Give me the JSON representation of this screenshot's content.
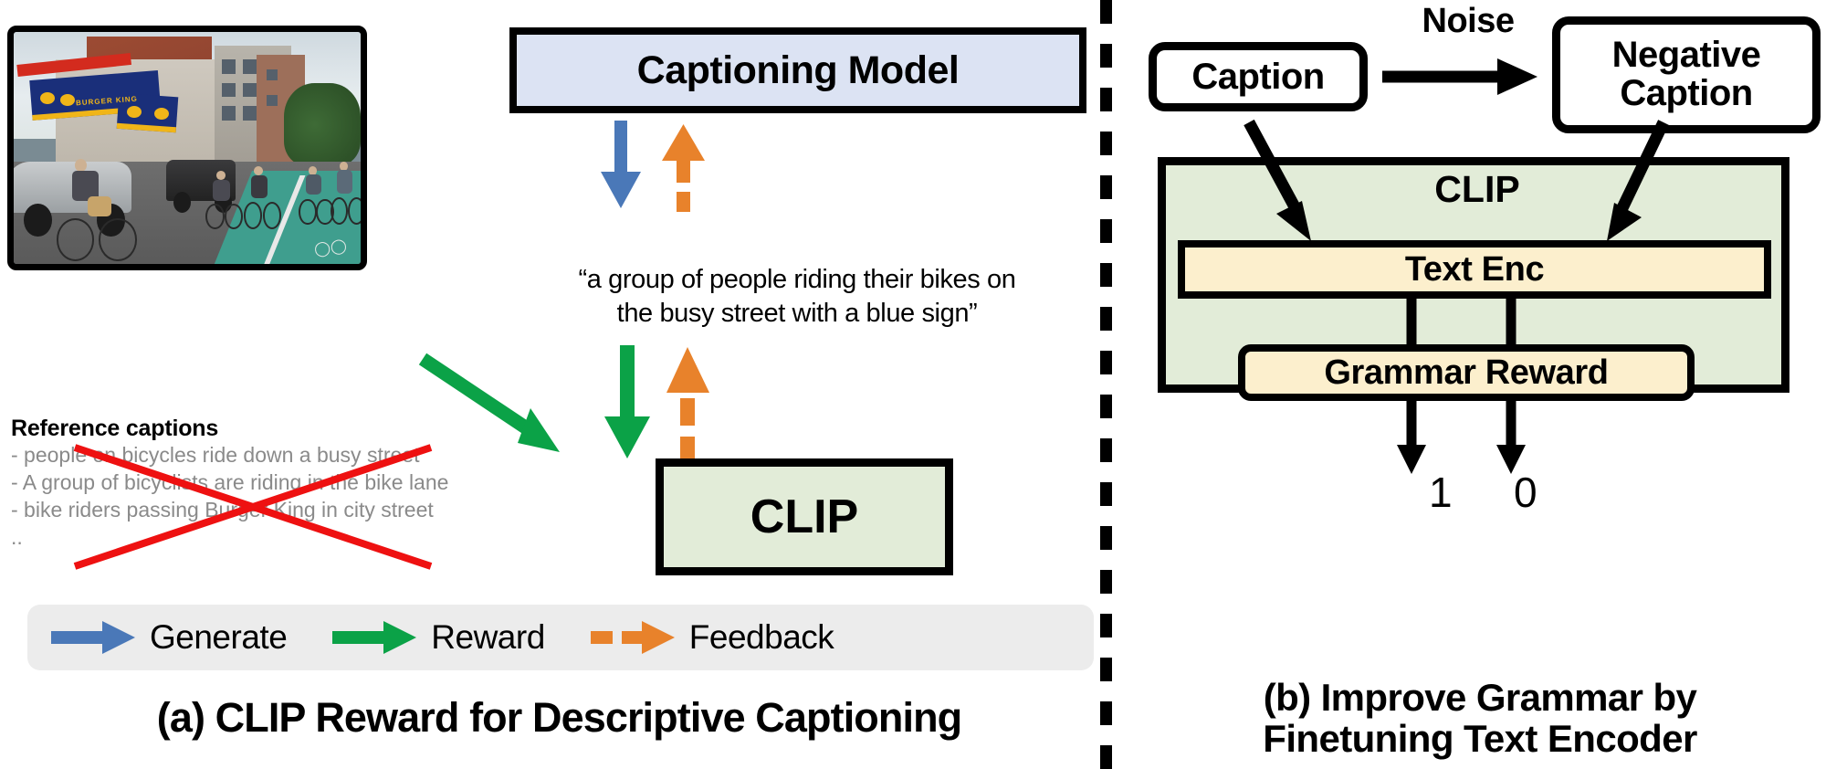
{
  "figure": {
    "panel_a": {
      "caption": "(a) CLIP Reward for Descriptive Captioning",
      "captioning_model_label": "Captioning Model",
      "generated_caption": "“a group of people riding their bikes on the busy street with a blue sign”",
      "generated_caption_line1": "“a group of people riding their bikes on",
      "generated_caption_line2": "the busy street with a blue sign”",
      "clip_label": "CLIP",
      "reference_heading": "Reference captions",
      "reference_captions": [
        "- people on bicycles ride down a busy street",
        "- A group of bicyclists are riding in the bike lane",
        "- bike riders passing Burger King in city street",
        ".."
      ],
      "reference_strikethrough_color": "#ee1111",
      "image_description": "Cyclists riding in a green bike lane on a busy city street past a Burger King restaurant",
      "image_sign_text": "BURGER KING",
      "legend": [
        {
          "label": "Generate",
          "color": "#4a78b8",
          "style": "solid"
        },
        {
          "label": "Reward",
          "color": "#0ba247",
          "style": "solid"
        },
        {
          "label": "Feedback",
          "color": "#e8822b",
          "style": "dashed"
        }
      ],
      "legend_background": "#ececec"
    },
    "panel_b": {
      "caption_line1": "(b) Improve Grammar by",
      "caption_line2": "Finetuning Text Encoder",
      "caption_box_label": "Caption",
      "noise_label": "Noise",
      "negative_caption_label_line1": "Negative",
      "negative_caption_label_line2": "Caption",
      "clip_label": "CLIP",
      "text_encoder_label": "Text Enc",
      "grammar_reward_label": "Grammar Reward",
      "outputs": [
        "1",
        "0"
      ],
      "clip_box_color": "#e2ecd8",
      "inner_box_color": "#fcefcd"
    },
    "colors": {
      "captioning_model_fill": "#dce3f3",
      "clip_fill": "#e2ecd8",
      "generate_blue": "#4a78b8",
      "reward_green": "#0ba247",
      "feedback_orange": "#e8822b",
      "stroke_black": "#000000",
      "reference_grey": "#8a8a8a"
    }
  }
}
